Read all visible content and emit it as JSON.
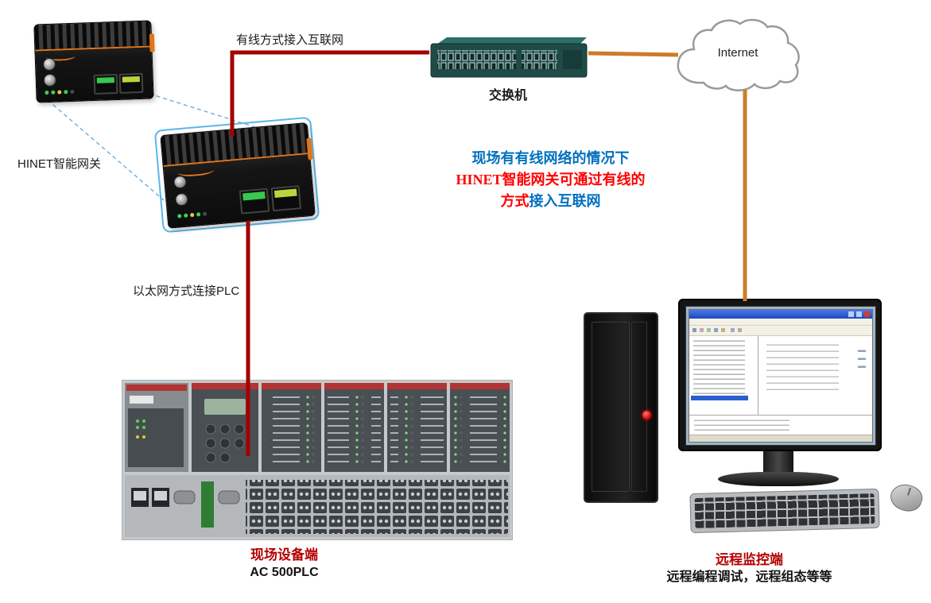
{
  "diagram": {
    "hinet_gateway_label": "HINET智能网关",
    "wired_link_label": "有线方式接入互联网",
    "switch_label": "交换机",
    "internet_label": "Internet",
    "plc_link_label": "以太网方式连接PLC",
    "annotation": {
      "line1": "现场有有线网络的情况下",
      "line2": "HINET智能网关可通过有线的",
      "line3_red": "方式",
      "line3_blue": "接入互联网"
    },
    "field_site": {
      "title": "现场设备端",
      "subtitle": "AC 500PLC"
    },
    "remote_site": {
      "title": "远程监控端",
      "subtitle": "远程编程调试，远程组态等等"
    },
    "colors": {
      "link_red": "#A40000",
      "link_orange": "#CE7B29",
      "annotation_blue": "#0070C0",
      "annotation_red": "#FF0000",
      "site_title_red": "#B30000",
      "callout_blue": "#59B7EA"
    }
  }
}
